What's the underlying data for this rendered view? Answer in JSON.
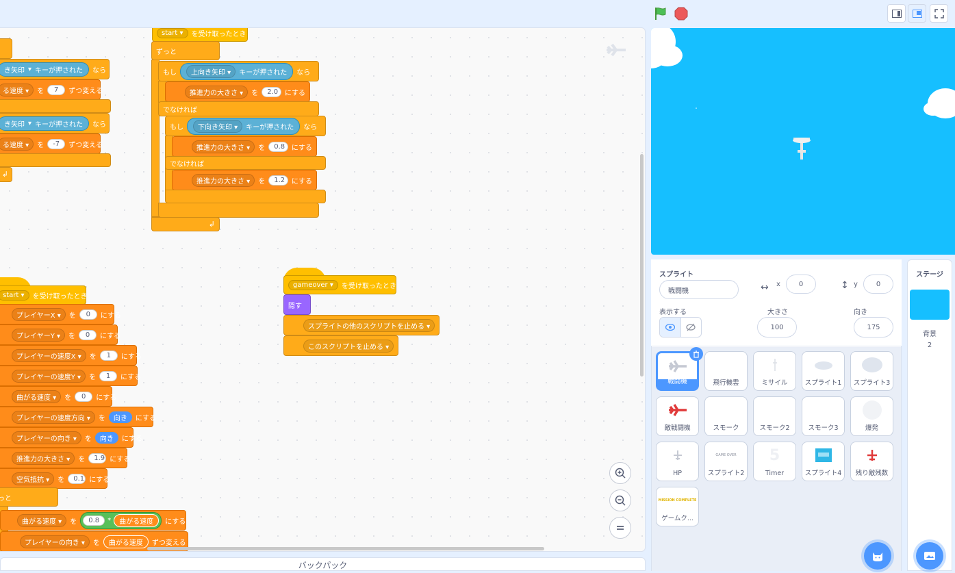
{
  "toolbar": {
    "green_flag": "green-flag",
    "stop": "stop-sign"
  },
  "code": {
    "stack1": {
      "row1_key": "き矢印",
      "row1_pressed": "キーが押された",
      "row1_then": "なら",
      "row2_var": "る速度",
      "row2_to": "を",
      "row2_val": "7",
      "row2_change": "ずつ変える",
      "row3_key": "き矢印",
      "row3_pressed": "キーが押された",
      "row3_then": "なら",
      "row4_var": "る速度",
      "row4_to": "を",
      "row4_val": "-7",
      "row4_change": "ずつ変える"
    },
    "stack2": {
      "hat_msg": "start",
      "hat_text": "を受け取ったとき",
      "forever": "ずっと",
      "if1": "もし",
      "if1_key": "上向き矢印",
      "if1_pressed": "キーが押された",
      "if1_then": "なら",
      "set1_var": "推進力の大きさ",
      "set1_to": "を",
      "set1_val": "2.0",
      "set1_set": "にする",
      "else1": "でなければ",
      "if2": "もし",
      "if2_key": "下向き矢印",
      "if2_pressed": "キーが押された",
      "if2_then": "なら",
      "set2_var": "推進力の大きさ",
      "set2_to": "を",
      "set2_val": "0.8",
      "set2_set": "にする",
      "else2": "でなければ",
      "set3_var": "推進力の大きさ",
      "set3_to": "を",
      "set3_val": "1.2",
      "set3_set": "にする"
    },
    "stack3": {
      "hat_msg": "gameover",
      "hat_text": "を受け取ったとき",
      "hide": "隠す",
      "stop1": "スプライトの他のスクリプトを止める",
      "stop2": "このスクリプトを止める"
    },
    "stack4": {
      "hat_msg": "start",
      "hat_text": "を受け取ったとき",
      "rows": [
        {
          "var": "プレイヤーX",
          "to": "を",
          "val": "0",
          "set": "にする"
        },
        {
          "var": "プレイヤーY",
          "to": "を",
          "val": "0",
          "set": "にする"
        },
        {
          "var": "プレイヤーの速度X",
          "to": "を",
          "val": "1",
          "set": "にする"
        },
        {
          "var": "プレイヤーの速度Y",
          "to": "を",
          "val": "1",
          "set": "にする"
        },
        {
          "var": "曲がる速度",
          "to": "を",
          "val": "0",
          "set": "にする"
        },
        {
          "var": "プレイヤーの速度方向",
          "to": "を",
          "val": "向き",
          "set": "にする"
        },
        {
          "var": "プレイヤーの向き",
          "to": "を",
          "val": "向き",
          "set": "にする"
        },
        {
          "var": "推進力の大きさ",
          "to": "を",
          "val": "1.9",
          "set": "にする"
        },
        {
          "var": "空気抵抗",
          "to": "を",
          "val": "0.1",
          "set": "にする"
        }
      ],
      "forever": "っと",
      "f1_var": "曲がる速度",
      "f1_to": "を",
      "f1_a": "0.8",
      "f1_op": "*",
      "f1_b": "曲がる速度",
      "f1_set": "にする",
      "f2_var": "プレイヤーの向き",
      "f2_to": "を",
      "f2_val": "曲がる速度",
      "f2_change": "ずつ変える"
    }
  },
  "sprite_info": {
    "label": "スプライト",
    "name": "戦闘機",
    "x_label": "x",
    "x_value": "0",
    "y_label": "y",
    "y_value": "0",
    "show_label": "表示する",
    "size_label": "大きさ",
    "size_value": "100",
    "direction_label": "向き",
    "direction_value": "175"
  },
  "sprites": [
    {
      "name": "戦闘機",
      "selected": true
    },
    {
      "name": "飛行機雲"
    },
    {
      "name": "ミサイル"
    },
    {
      "name": "スプライト1"
    },
    {
      "name": "スプライト3"
    },
    {
      "name": "敵戦闘機"
    },
    {
      "name": "スモーク"
    },
    {
      "name": "スモーク2"
    },
    {
      "name": "スモーク3"
    },
    {
      "name": "爆発"
    },
    {
      "name": "HP"
    },
    {
      "name": "スプライト2",
      "thumb_text": "GAME OVER"
    },
    {
      "name": "Timer",
      "thumb_text": "5"
    },
    {
      "name": "スプライト4"
    },
    {
      "name": "残り敵残数"
    },
    {
      "name": "ゲームク...",
      "thumb_text": "MISSION COMPLETE"
    }
  ],
  "stage_panel": {
    "label": "ステージ",
    "backdrop_label": "背景",
    "backdrop_count": "2"
  },
  "backpack": {
    "label": "バックパック"
  }
}
